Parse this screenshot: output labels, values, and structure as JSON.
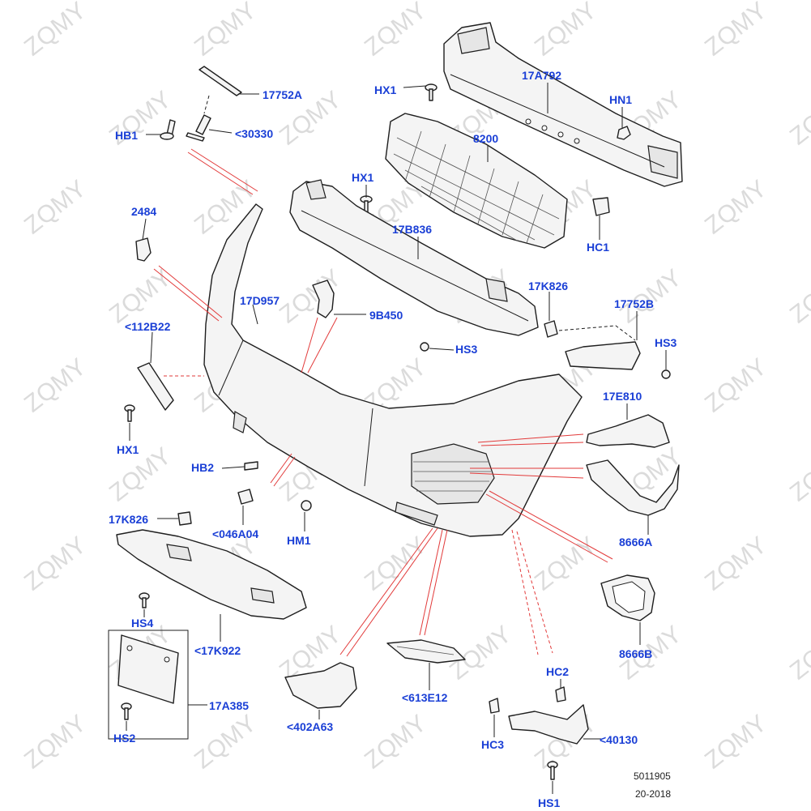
{
  "watermark": "ZQMY",
  "colors": {
    "label": "#1a3fd6",
    "line": "#1e1e1e",
    "callout": "#e23a3a",
    "watermark": "#9a9a9a"
  },
  "labels": {
    "l_17752A": "17752A",
    "l_30330": "<30330",
    "l_HB1": "HB1",
    "l_HX1_top": "HX1",
    "l_17A792": "17A792",
    "l_HN1": "HN1",
    "l_8200": "8200",
    "l_HX1_mid": "HX1",
    "l_17B836": "17B836",
    "l_HC1": "HC1",
    "l_2484": "2484",
    "l_17D957": "17D957",
    "l_9B450": "9B450",
    "l_17K826_r": "17K826",
    "l_17752B": "17752B",
    "l_112B22": "<112B22",
    "l_HS3_mid": "HS3",
    "l_HS3_r": "HS3",
    "l_17E810": "17E810",
    "l_HX1_left": "HX1",
    "l_HB2": "HB2",
    "l_046A04": "<046A04",
    "l_HM1": "HM1",
    "l_8666A": "8666A",
    "l_17K826_l": "17K826",
    "l_HS4": "HS4",
    "l_17K922": "<17K922",
    "l_8666B": "8666B",
    "l_HC2": "HC2",
    "l_17A385": "17A385",
    "l_HS2": "HS2",
    "l_402A63": "<402A63",
    "l_613E12": "<613E12",
    "l_HC3": "HC3",
    "l_40130": "<40130",
    "l_HS1": "HS1"
  },
  "reference": {
    "code": "5011905",
    "date": "20-2018"
  }
}
